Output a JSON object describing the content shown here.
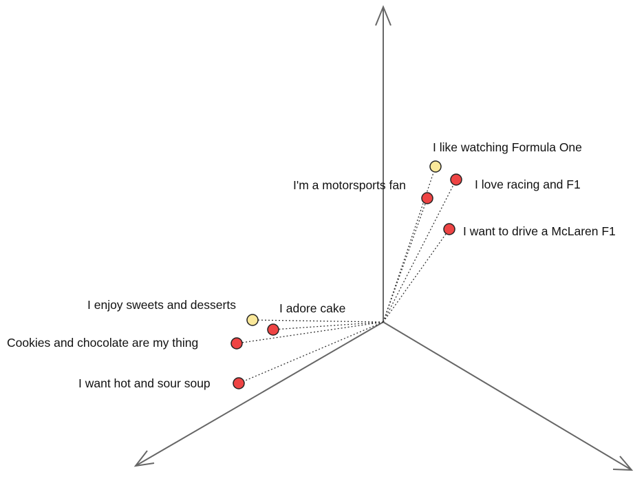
{
  "colors": {
    "axis": "#666666",
    "connector": "#333333",
    "point_outline": "#222222",
    "point_red": "#EE4444",
    "point_yellow": "#FAE89A"
  },
  "points": [
    {
      "label": "I like watching Formula One",
      "fill": "yellow"
    },
    {
      "label": "I love racing and F1",
      "fill": "red"
    },
    {
      "label": "I'm a motorsports fan",
      "fill": "red"
    },
    {
      "label": "I want to drive a McLaren F1",
      "fill": "red"
    },
    {
      "label": "I enjoy sweets and desserts",
      "fill": "yellow"
    },
    {
      "label": "I adore cake",
      "fill": "red"
    },
    {
      "label": "Cookies and chocolate are my thing",
      "fill": "red"
    },
    {
      "label": "I want hot and sour soup",
      "fill": "red"
    }
  ]
}
